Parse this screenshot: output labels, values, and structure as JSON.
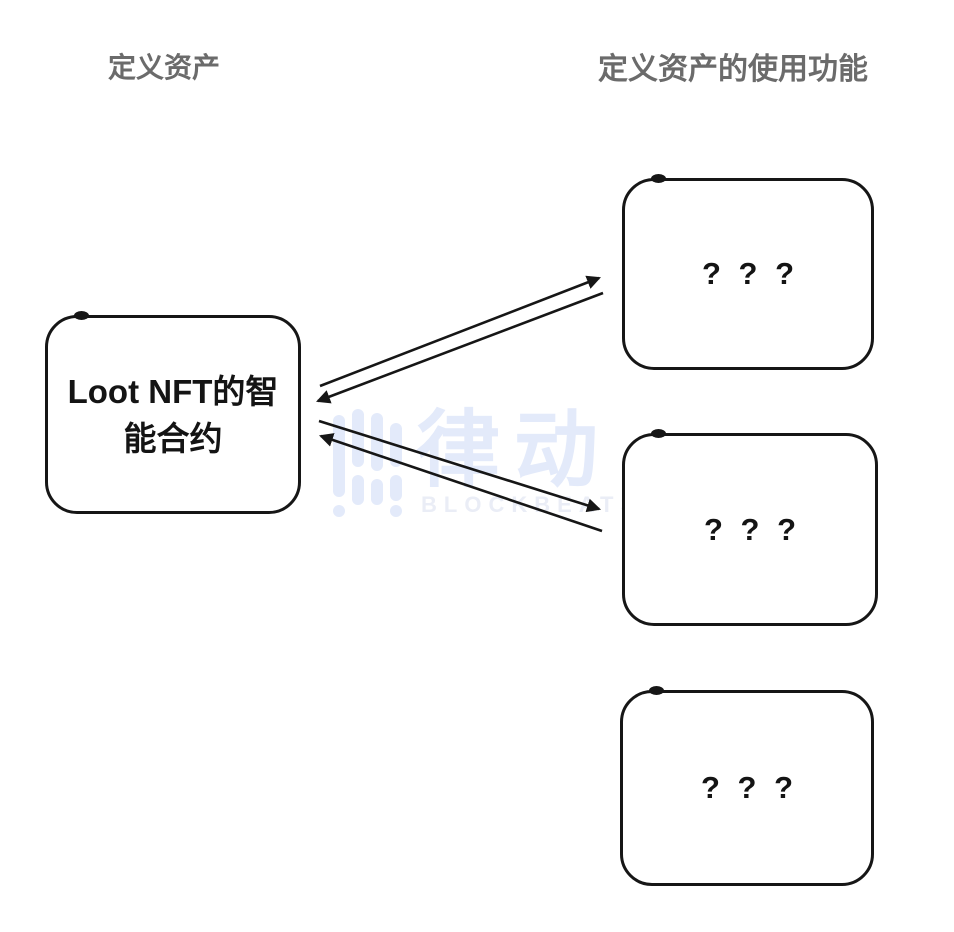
{
  "page": {
    "background_color": "#ffffff"
  },
  "headers": {
    "left_label": "定义资产",
    "right_label": "定义资产的使用功能",
    "text_color": "#6b6b6b"
  },
  "diagram": {
    "stroke_color": "#161616",
    "nodes": [
      {
        "id": "loot-contract",
        "label": "Loot NFT的智能合约"
      },
      {
        "id": "function-1",
        "label": "? ? ?"
      },
      {
        "id": "function-2",
        "label": "? ? ?"
      },
      {
        "id": "function-3",
        "label": "? ? ?"
      }
    ],
    "edges": [
      {
        "from": "loot-contract",
        "to": "function-1",
        "style": "paired-arrows-bidirectional"
      },
      {
        "from": "loot-contract",
        "to": "function-2",
        "style": "paired-arrows-bidirectional"
      }
    ]
  },
  "watermark": {
    "icon": "blockbeats-equalizer-icon",
    "logo_text": "律动",
    "brand_text": "BLOCKBEATS",
    "logo_color": "#e3eafa",
    "brand_color": "#eaedf6"
  }
}
